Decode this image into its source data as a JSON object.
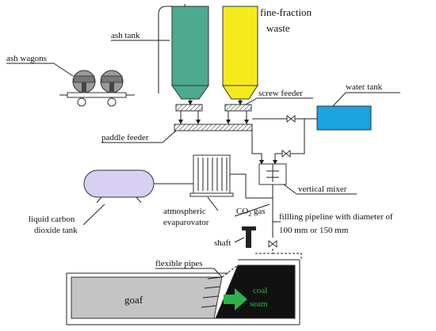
{
  "labels": {
    "ash_tank": "ash tank",
    "fine_fraction_1": "fine-fraction",
    "fine_fraction_2": "waste",
    "ash_wagons": "ash wagons",
    "screw_feeder": "screw feeder",
    "water_tank": "water tank",
    "paddle_feeder": "paddle feeder",
    "vertical_mixer": "vertical mixer",
    "liquid_co2_1": "liquid carbon",
    "liquid_co2_2": "dioxide tank",
    "evaporator_1": "atmospheric",
    "evaporator_2": "evaparovator",
    "co2_gas_prefix": "CO",
    "co2_gas_sub": "2",
    "co2_gas_suffix": " gas",
    "pipeline_1": "fillling pipeline with diameter of",
    "pipeline_2": "100 mm or 150 mm",
    "shaft": "shaft",
    "flexible_pipes": "flexible pipes",
    "goaf": "goaf",
    "coal_1": "coal",
    "coal_2": "seam"
  },
  "colors": {
    "ash_tank": "#4daa8f",
    "waste_tank": "#f5ea1c",
    "water_tank": "#1aa3df",
    "co2_tank": "#d8d0f2",
    "coal_seam": "#111111",
    "goaf": "#c4c4c4",
    "coal_arrow": "#2db34a",
    "wagon_body": "#9a9a9a"
  }
}
